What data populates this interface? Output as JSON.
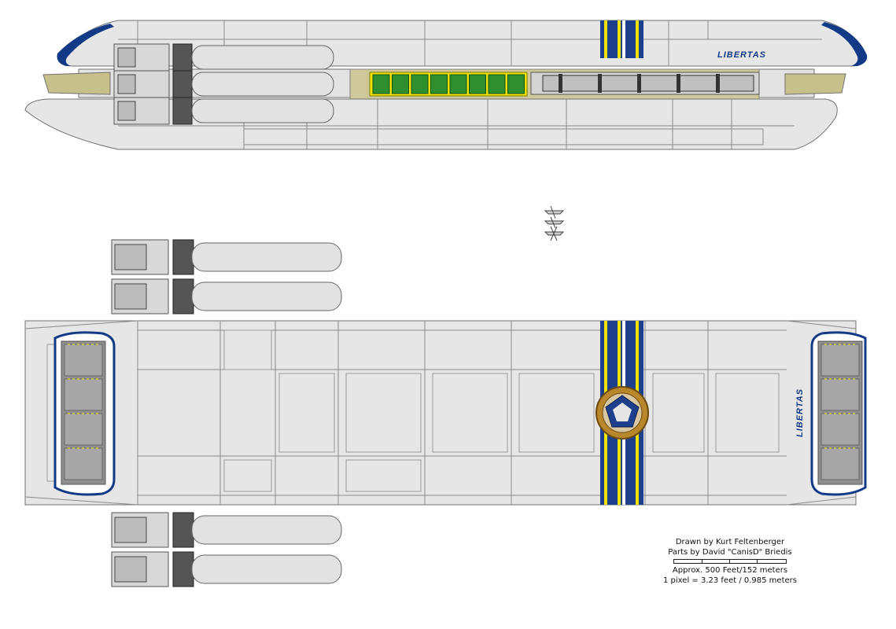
{
  "ship": {
    "name_side": "LIBERTAS",
    "name_top": "LIBERTAS"
  },
  "credits": {
    "drawn_by": "Drawn by Kurt Feltenberger",
    "parts_by": "Parts by David \"CanisD\" Briedis",
    "size": "Approx. 500 Feet/152 meters",
    "scale": "1 pixel = 3.23 feet / 0.985 meters"
  },
  "colors": {
    "hull": "#e6e6e6",
    "hull_line": "#707070",
    "stripe_blue": "#1e3f8c",
    "stripe_yellow": "#f2e200",
    "accent_blue": "#123a86",
    "garden": "#2f8f2f",
    "grating": "#c8c08a",
    "emblem_gold": "#b8862b"
  }
}
